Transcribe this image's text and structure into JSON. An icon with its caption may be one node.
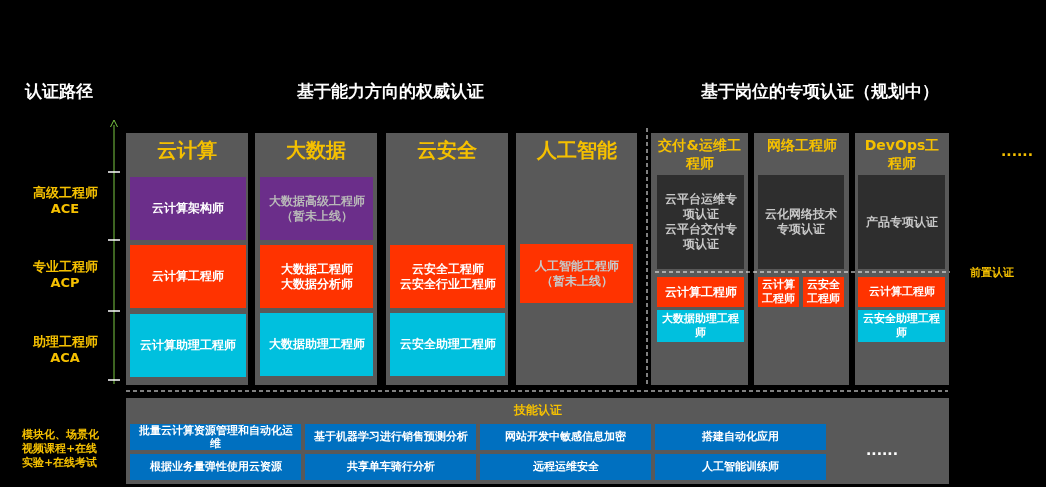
{
  "diagram": {
    "nodes": [
      {
        "text": [
          "云计算"
        ]
      },
      {
        "text": [
          "云计算架构师"
        ],
        "in": 0
      },
      {
        "text": [
          "云计算工程师"
        ],
        "in": 0
      },
      {
        "text": [
          "云计算助理工程师"
        ],
        "in": 0
      },
      {
        "text": [
          "大数据"
        ]
      },
      {
        "text": [
          "大数据高级工程师（暂未上线）"
        ],
        "in": 4
      },
      {
        "text": [
          "大数据工程师",
          "大数据分析师"
        ],
        "in": 4
      },
      {
        "text": [
          "大数据助理工程师"
        ],
        "in": 4
      },
      {
        "text": [
          "云安全"
        ]
      },
      {
        "text": [
          "云安全工程师",
          "云安全行业工程师"
        ],
        "in": 8
      },
      {
        "text": [
          "云安全助理工程师"
        ],
        "in": 8
      },
      {
        "text": [
          "人工智能"
        ]
      },
      {
        "text": [
          "人工智能工程师（暂未上线）"
        ],
        "in": 11
      },
      {
        "text": [
          "交付&运维工程师"
        ]
      },
      {
        "text": [
          "云平台运维专项认证",
          "云平台交付专项认证"
        ],
        "in": 13
      },
      {
        "text": [
          "云计算工程师"
        ],
        "in": 13
      },
      {
        "text": [
          "大数据助理工程师"
        ],
        "in": 13
      },
      {
        "text": [
          "网络工程师"
        ]
      },
      {
        "text": [
          "云化网络技术专项认证"
        ],
        "in": 17
      },
      {
        "text": [
          "云计算工程师"
        ],
        "in": 17
      },
      {
        "text": [
          "云安全工程师"
        ],
        "in": 17
      },
      {
        "text": [
          "DevOps工程师"
        ]
      },
      {
        "text": [
          "产品专项认证"
        ],
        "in": 21
      },
      {
        "text": [
          "云计算工程师"
        ],
        "in": 21
      },
      {
        "text": [
          "云安全助理工程师"
        ],
        "in": 21
      },
      {
        "text": [
          "技能认证"
        ]
      },
      {
        "text": [
          "批量云计算资源管理和自动化运维"
        ],
        "in": 25
      },
      {
        "text": [
          "基于机器学习进行销售预测分析"
        ],
        "in": 25
      },
      {
        "text": [
          "网站开发中敏感信息加密"
        ],
        "in": 25
      },
      {
        "text": [
          "搭建自动化应用"
        ],
        "in": 25
      },
      {
        "text": [
          "根据业务量弹性使用云资源"
        ],
        "in": 25
      },
      {
        "text": [
          "共享单车骑行分析"
        ],
        "in": 25
      },
      {
        "text": [
          "远程运维安全"
        ],
        "in": 25
      },
      {
        "text": [
          "人工智能训练师"
        ],
        "in": 25
      }
    ],
    "labels": [
      "认证路径",
      "基于能力方向的权威认证",
      "基于岗位的专项认证（规划中）",
      "......",
      "高级工程师 ACE",
      "专业工程师 ACP",
      "前置认证",
      "助理工程师 ACA",
      "模块化、场景化视频课程+在线实验+在线考试",
      "......"
    ]
  }
}
